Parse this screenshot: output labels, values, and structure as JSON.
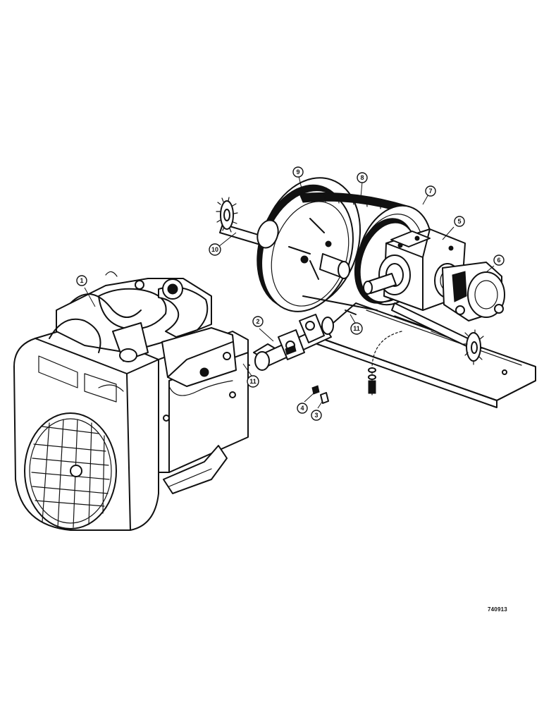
{
  "drawing": {
    "number": "740913",
    "callouts": [
      {
        "id": "c1",
        "label": "1"
      },
      {
        "id": "c2",
        "label": "2"
      },
      {
        "id": "c3",
        "label": "3"
      },
      {
        "id": "c4",
        "label": "4"
      },
      {
        "id": "c5",
        "label": "5"
      },
      {
        "id": "c6",
        "label": "6"
      },
      {
        "id": "c7",
        "label": "7"
      },
      {
        "id": "c8",
        "label": "8"
      },
      {
        "id": "c9",
        "label": "9"
      },
      {
        "id": "c10",
        "label": "10"
      },
      {
        "id": "c11a",
        "label": "11"
      },
      {
        "id": "c11b",
        "label": "11"
      }
    ]
  }
}
